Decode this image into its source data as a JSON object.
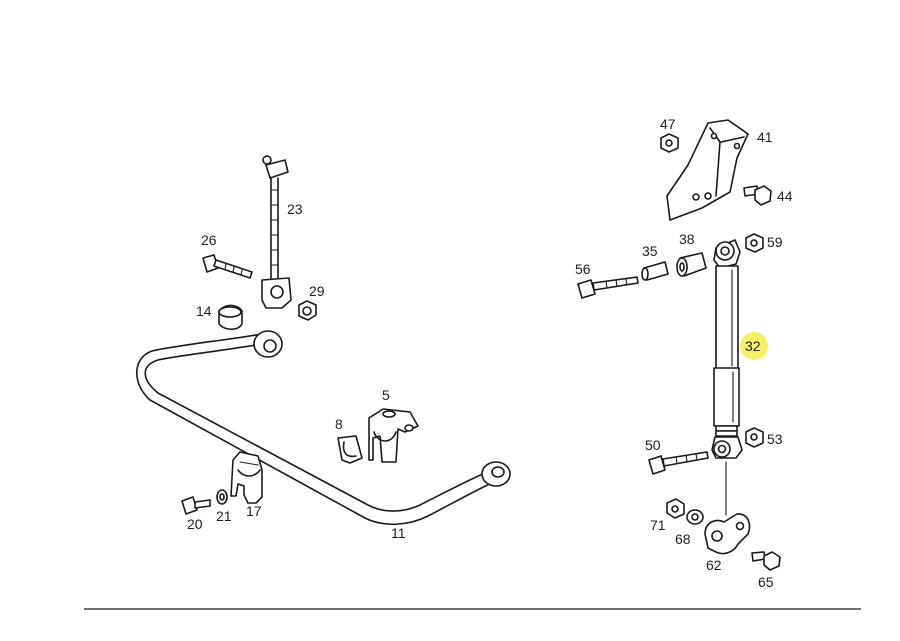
{
  "highlight_color": "#f4f06a",
  "labels": {
    "p5": "5",
    "p8": "8",
    "p11": "11",
    "p14": "14",
    "p17": "17",
    "p20": "20",
    "p21": "21",
    "p23": "23",
    "p26": "26",
    "p29": "29",
    "p32": "32",
    "p35": "35",
    "p38": "38",
    "p41": "41",
    "p44": "44",
    "p47": "47",
    "p50": "50",
    "p53": "53",
    "p56": "56",
    "p59": "59",
    "p62": "62",
    "p65": "65",
    "p68": "68",
    "p71": "71"
  }
}
